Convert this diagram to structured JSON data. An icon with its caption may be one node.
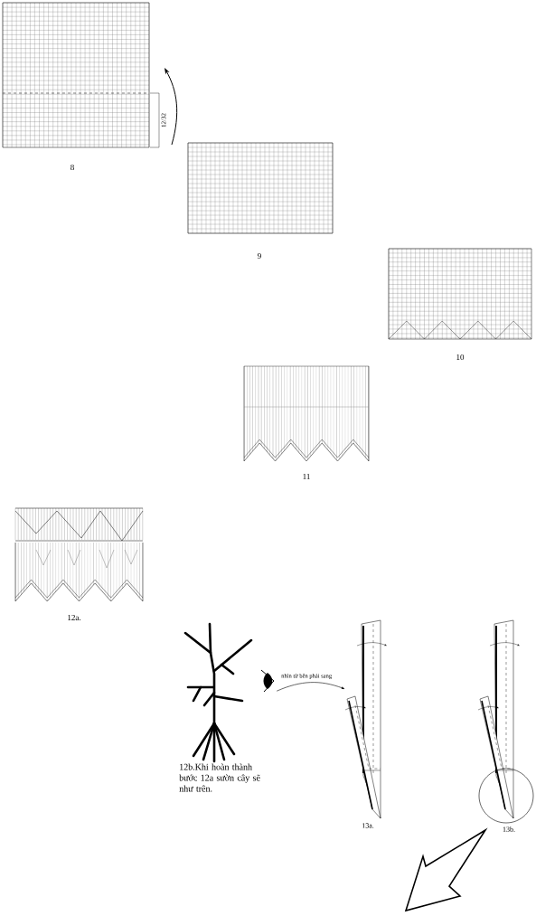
{
  "diagram": {
    "nodes": [
      {
        "text": [],
        "shape": "picture",
        "beside": [
          "8"
        ]
      },
      {
        "text": [],
        "shape": "picture",
        "beside": [
          "9"
        ]
      },
      {
        "text": [],
        "shape": "picture",
        "beside": [
          "10"
        ]
      },
      {
        "text": [],
        "shape": "picture",
        "beside": [
          "11"
        ]
      },
      {
        "text": [],
        "shape": "picture",
        "beside": [
          "12a."
        ]
      },
      {
        "text": [],
        "shape": "picture",
        "beside": [
          "12b.Khi hoàn thành bước 12a sườn cây sẽ như trên."
        ]
      },
      {
        "text": [],
        "shape": "eye"
      },
      {
        "text": [],
        "shape": "picture",
        "beside": [
          "13a."
        ]
      },
      {
        "text": [],
        "shape": "picture",
        "beside": [
          "13b."
        ]
      }
    ],
    "edges": [
      {
        "from": 6,
        "to": 7,
        "arrow": "to",
        "label": "nhìn từ bên phải sang"
      }
    ],
    "labels": [
      "12/32"
    ]
  }
}
